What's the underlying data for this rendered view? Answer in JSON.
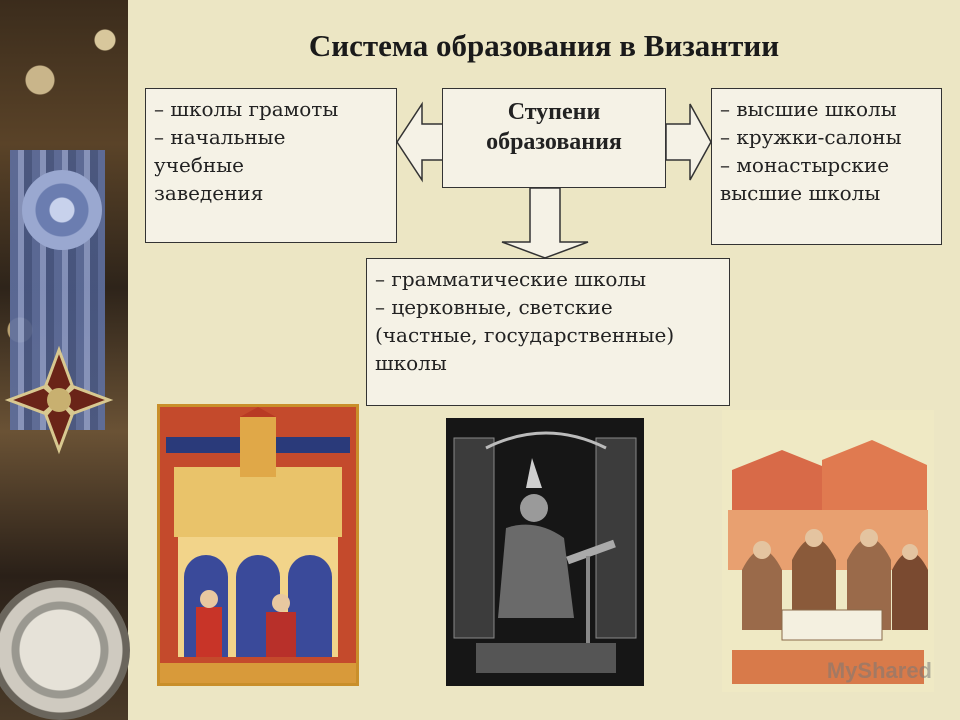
{
  "title": "Система образования в Византии",
  "center": {
    "line1": "Ступени",
    "line2": "образования"
  },
  "left": [
    "– школы грамоты",
    "– начальные",
    "учебные",
    "заведения"
  ],
  "right": [
    "– высшие школы",
    "– кружки-салоны",
    "– монастырские",
    "высшие школы"
  ],
  "bottom": [
    "– грамматические школы",
    "– церковные, светские",
    "(частные, государственные)",
    "школы"
  ],
  "watermark": "MyShared",
  "colors": {
    "background": "#ece6c4",
    "box_fill": "#f5f2e6",
    "border": "#333333"
  },
  "images": [
    "byzantine-teachers-miniature",
    "scribe-writing-engraving",
    "monks-school-miniature"
  ]
}
